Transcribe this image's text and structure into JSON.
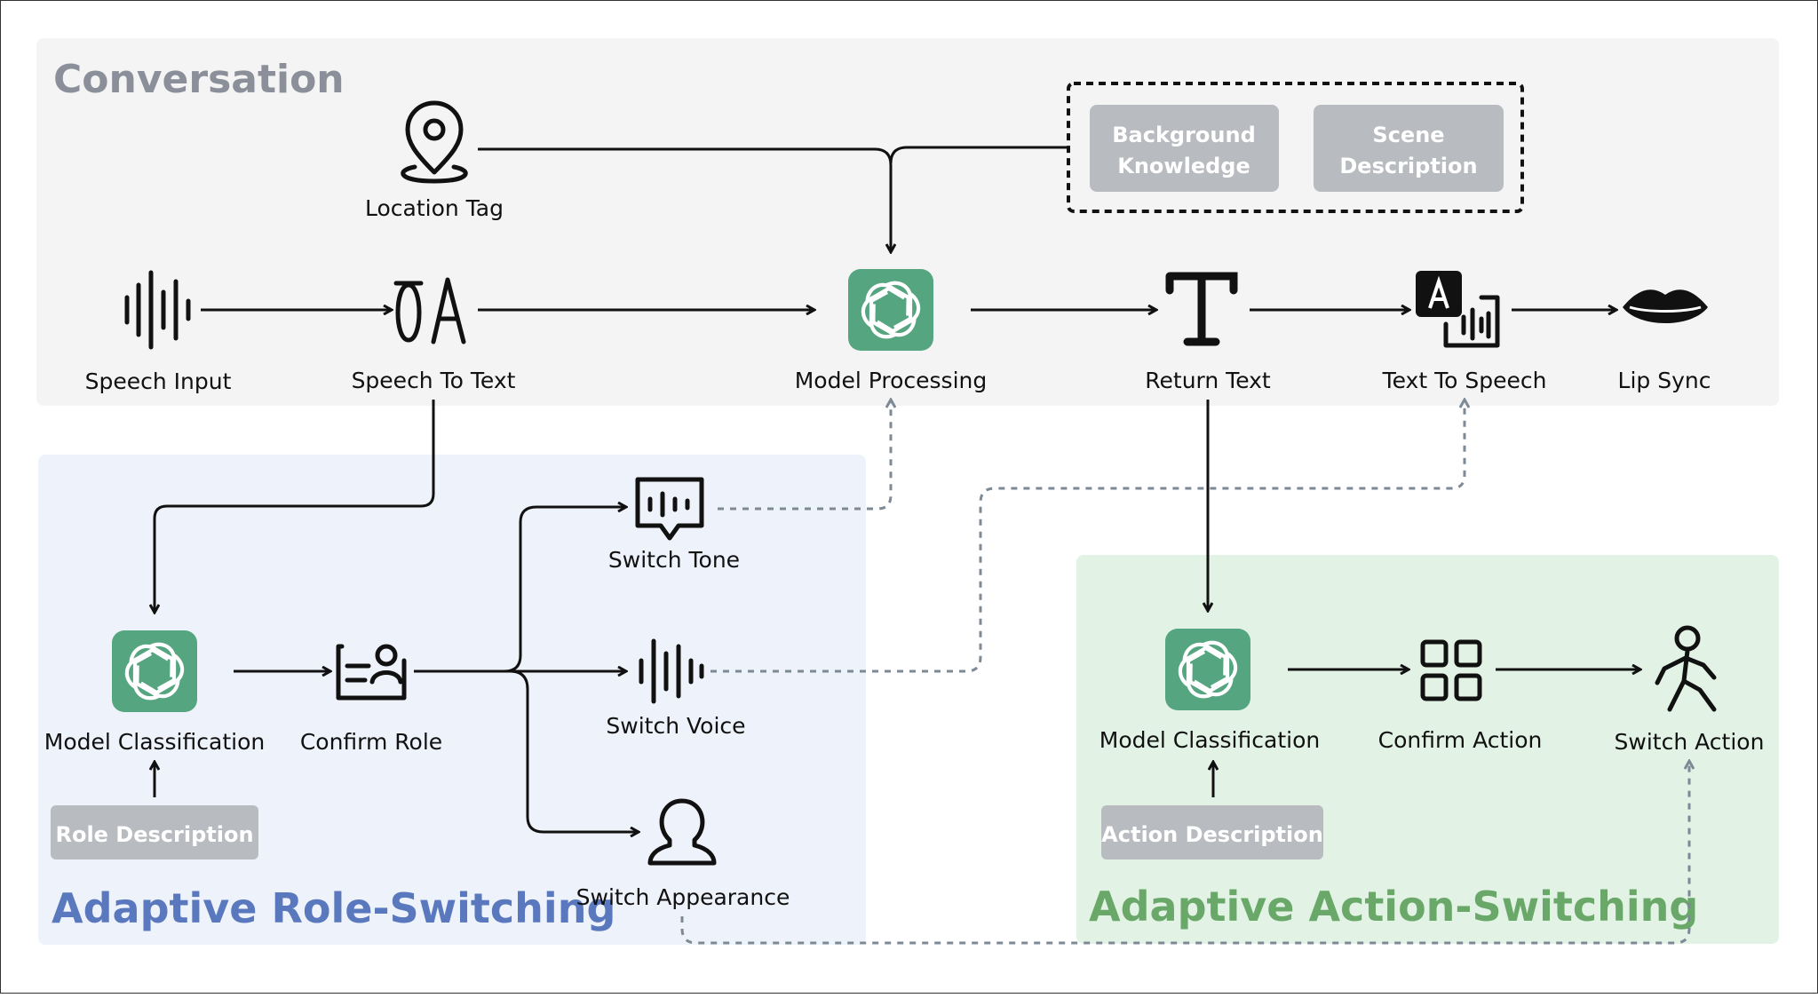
{
  "sections": {
    "conversation": "Conversation",
    "role": "Adaptive Role-Switching",
    "action": "Adaptive Action-Switching"
  },
  "conversation_nodes": {
    "speech_input": "Speech Input",
    "speech_to_text": "Speech To Text",
    "location_tag": "Location Tag",
    "model_processing": "Model Processing",
    "return_text": "Return Text",
    "text_to_speech": "Text To Speech",
    "lip_sync": "Lip Sync"
  },
  "context": {
    "background_line1": "Background",
    "background_line2": "Knowledge",
    "scene_line1": "Scene",
    "scene_line2": "Description"
  },
  "role_nodes": {
    "model_classification": "Model Classification",
    "confirm_role": "Confirm Role",
    "switch_tone": "Switch Tone",
    "switch_voice": "Switch Voice",
    "switch_appearance": "Switch Appearance",
    "role_description": "Role Description"
  },
  "action_nodes": {
    "model_classification": "Model Classification",
    "confirm_action": "Confirm Action",
    "switch_action": "Switch Action",
    "action_description": "Action Description"
  },
  "icons": {
    "gpt": "openai-logo-icon",
    "waveform": "waveform-icon",
    "speech_to_text": "speech-to-text-icon",
    "location": "location-pin-icon",
    "text": "text-t-icon",
    "tts": "text-to-speech-icon",
    "lips": "lips-icon",
    "chat": "chat-bubble-icon",
    "user": "user-icon",
    "id_card": "id-card-icon",
    "grid": "grid-icon",
    "walking": "walking-person-icon"
  },
  "colors": {
    "conversation_bg": "#f4f4f4",
    "role_bg": "#eef2fa",
    "action_bg": "#e2f3e5",
    "gpt_green": "#55a580",
    "pill_gray": "#b8bbc0",
    "dash_gray": "#7d8a96"
  }
}
